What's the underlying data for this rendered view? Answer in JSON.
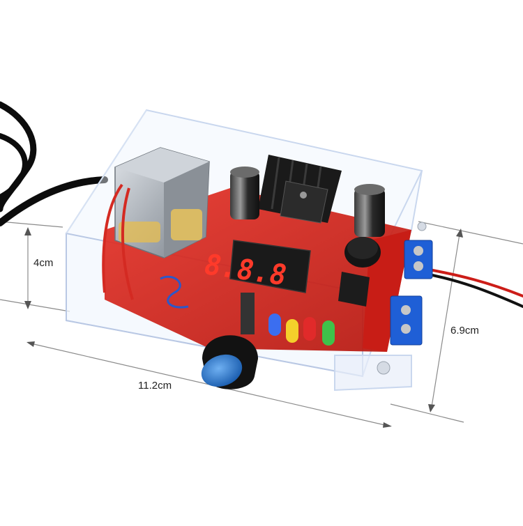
{
  "photo": {
    "subject": "product photo",
    "colors": {
      "pcb": "#d8231f",
      "pcb_dark": "#a8140f",
      "display_bg": "#1a1a1a",
      "display_segment": "#ff3a2a",
      "knob": "#111111",
      "knob_cap": "#2b7fd8",
      "terminal": "#1f5fd6",
      "heatsink": "#1a1a1a",
      "transformer": "#b7bcc2",
      "case_edge": "#c9d7ee",
      "dimension_line": "#8a8a8a",
      "cable": "#0c0c0c"
    },
    "display_digits": "8.8.8"
  },
  "dimensions": {
    "height": "4cm",
    "length": "11.2cm",
    "width": "6.9cm"
  }
}
